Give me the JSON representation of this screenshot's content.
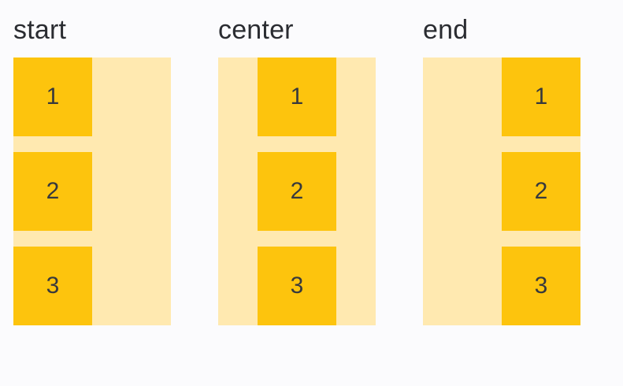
{
  "colors": {
    "background": "#FBFBFD",
    "container": "#FFE9B0",
    "item": "#FDC40D",
    "heading_text": "#2A2C31",
    "item_text": "#37393D"
  },
  "examples": [
    {
      "label": "start",
      "justify": "start",
      "items": [
        "1",
        "2",
        "3"
      ]
    },
    {
      "label": "center",
      "justify": "center",
      "items": [
        "1",
        "2",
        "3"
      ]
    },
    {
      "label": "end",
      "justify": "end",
      "items": [
        "1",
        "2",
        "3"
      ]
    }
  ]
}
